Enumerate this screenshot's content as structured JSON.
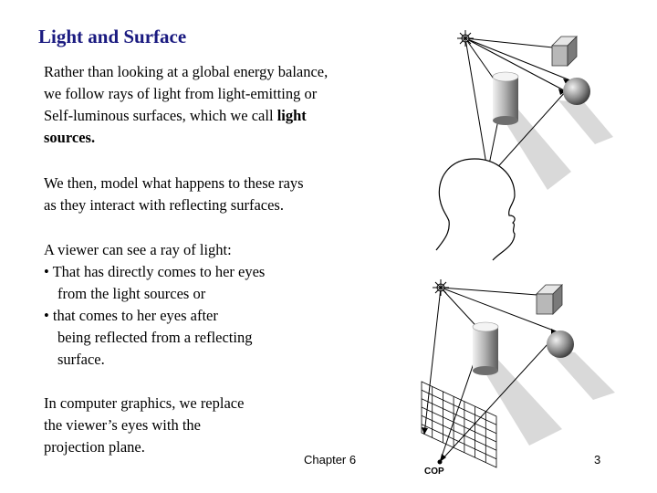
{
  "slide": {
    "title": "Light and Surface",
    "para1": {
      "lines": [
        "Rather than looking at a global energy balance,",
        "we follow rays of light from light-emitting or",
        "Self-luminous surfaces, which we call "
      ],
      "bold_a": "light",
      "bold_b": "sources."
    },
    "para2": {
      "lines": [
        "We then, model what happens to these rays",
        "as they interact with reflecting surfaces."
      ]
    },
    "para3": {
      "lines": [
        "A viewer can see a ray of light:",
        "• That has directly comes to her eyes",
        "from the light sources or",
        "• that comes to her eyes after",
        "being reflected from a reflecting",
        "surface."
      ]
    },
    "para4": {
      "lines": [
        "In computer graphics, we replace",
        "the viewer’s eyes with the",
        "projection plane."
      ]
    },
    "footer": {
      "chapter": "Chapter 6",
      "page": "3"
    },
    "figure2": {
      "cop_label": "COP"
    }
  }
}
